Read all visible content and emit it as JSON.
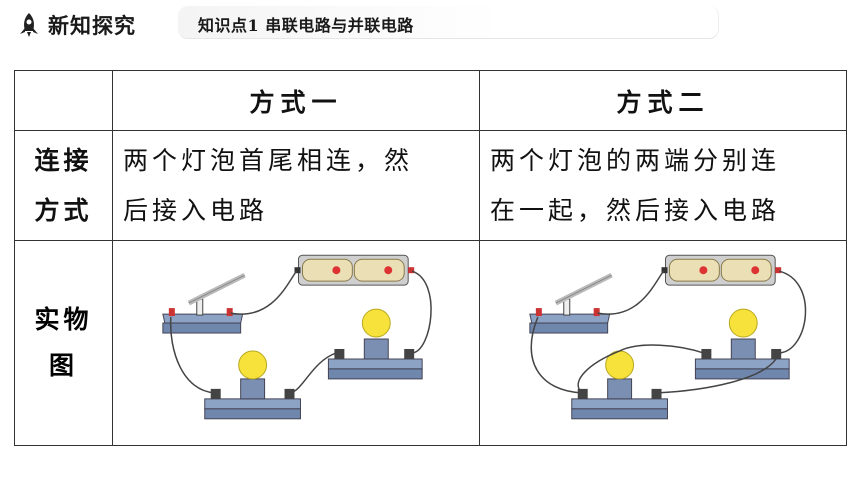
{
  "header": {
    "title": "新知探究",
    "subtitle": "知识点1  串联电路与并联电路"
  },
  "table": {
    "col_headers": [
      "方式一",
      "方式二"
    ],
    "rows": [
      {
        "header_lines": [
          "连接",
          "方式"
        ],
        "cells": [
          [
            "两个灯泡首尾相连，然",
            "后接入电路"
          ],
          [
            "两个灯泡的两端分别连",
            "在一起，然后接入电路"
          ]
        ]
      },
      {
        "header_lines": [
          "实物",
          "图"
        ]
      }
    ]
  },
  "colors": {
    "border": "#333333",
    "bulb": "#f6e23a",
    "base": "#8da3c6",
    "wire": "#444444",
    "battery": "#e9dcb0"
  }
}
